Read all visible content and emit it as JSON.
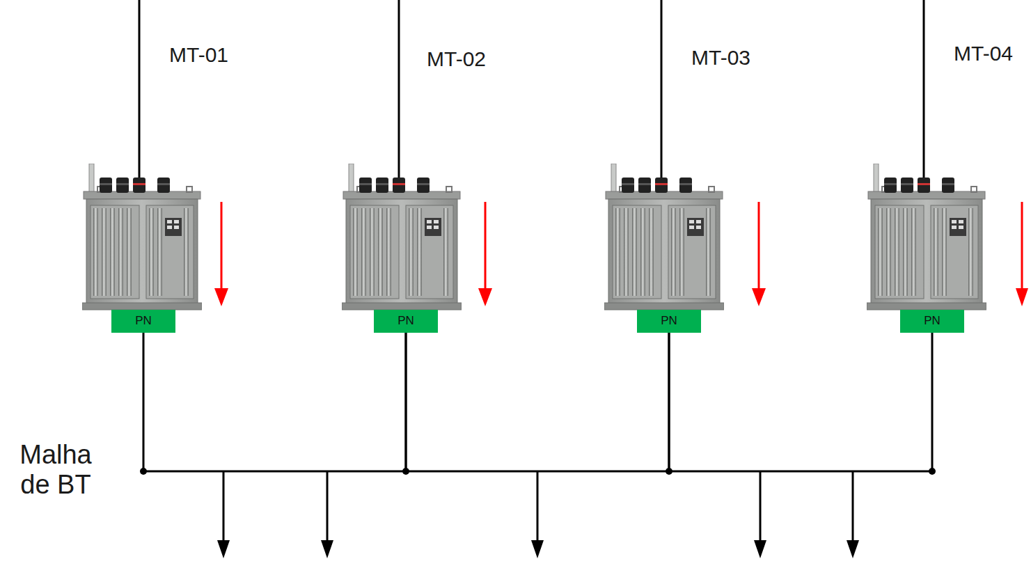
{
  "diagram": {
    "nodes": [
      {
        "text": [
          "PN"
        ]
      },
      {
        "text": [
          "PN"
        ]
      },
      {
        "text": [
          "PN"
        ]
      },
      {
        "text": [
          "PN"
        ]
      }
    ],
    "edges": [
      {
        "from": 0,
        "to": 1,
        "arrow": "none"
      },
      {
        "from": 1,
        "to": 2,
        "arrow": "none"
      },
      {
        "from": 2,
        "to": 3,
        "arrow": "none"
      }
    ],
    "labels": [
      "MT-01",
      "MT-02",
      "MT-03",
      "MT-04",
      "Malha de BT"
    ]
  }
}
